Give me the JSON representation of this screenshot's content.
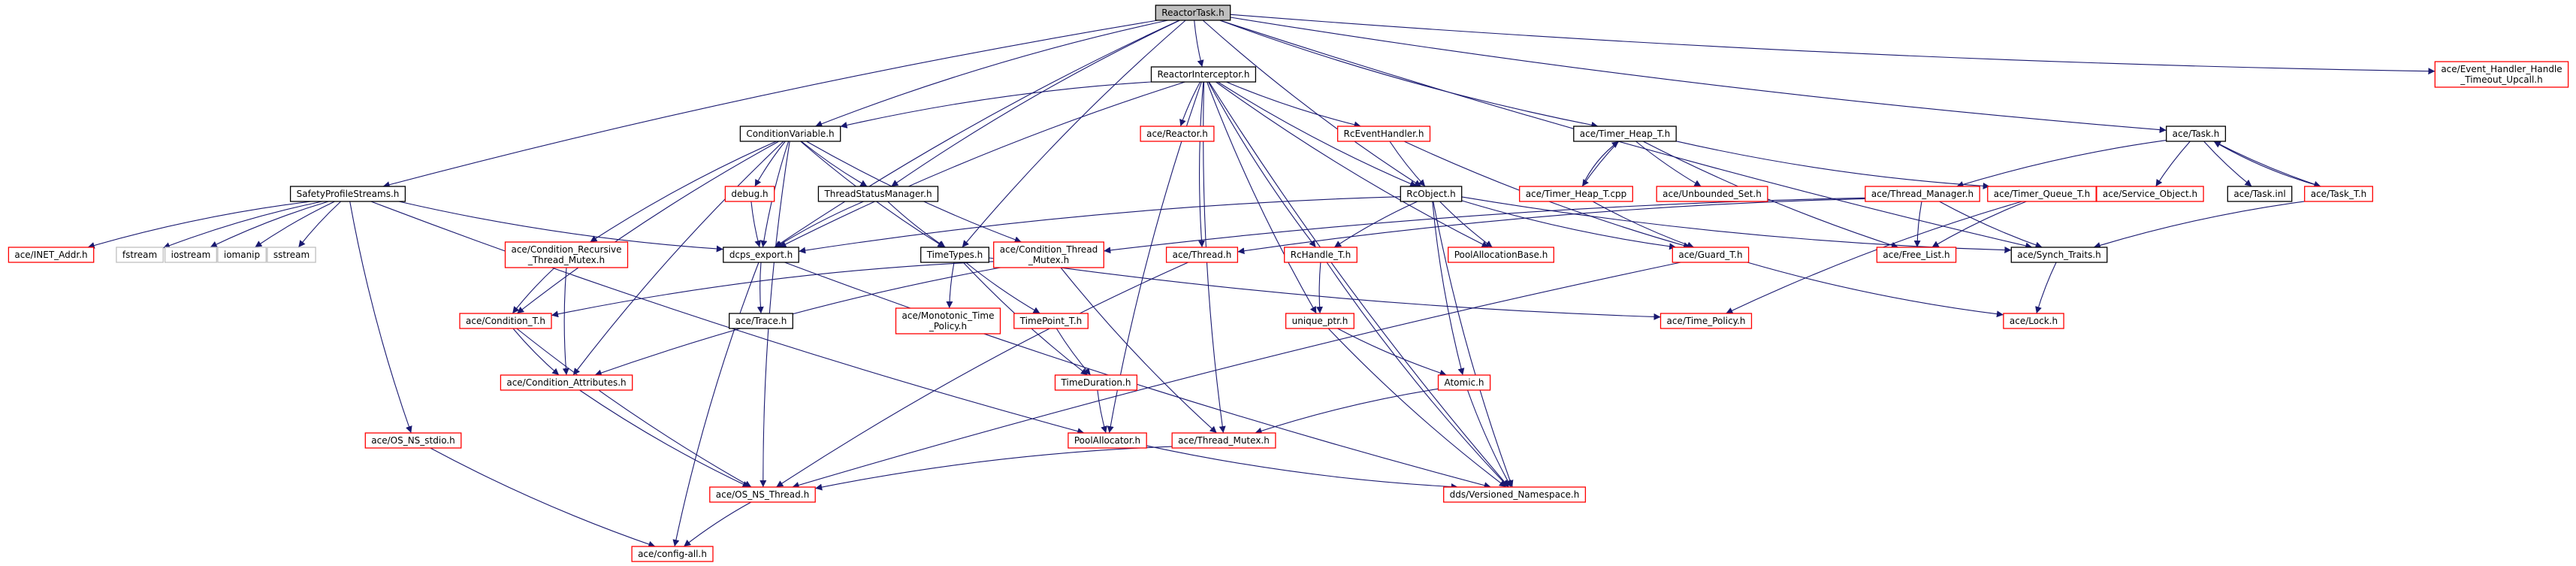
{
  "colors": {
    "root_fill": "#bfbfbf",
    "root_border": "#000000",
    "documented_border": "#000000",
    "undocumented_border": "#ff0000",
    "external_border": "#bfbfbf",
    "edge": "#191970",
    "edge_red": "#ff0000"
  },
  "nodes": [
    {
      "id": "reactor_task",
      "lines": [
        "ReactorTask.h"
      ],
      "kind": "root"
    },
    {
      "id": "reactor_interceptor",
      "lines": [
        "ReactorInterceptor.h"
      ],
      "kind": "documented"
    },
    {
      "id": "event_handler_timeout",
      "lines": [
        "ace/Event_Handler_Handle",
        "_Timeout_Upcall.h"
      ],
      "kind": "undocumented"
    },
    {
      "id": "condition_variable",
      "lines": [
        "ConditionVariable.h"
      ],
      "kind": "documented"
    },
    {
      "id": "ace_reactor",
      "lines": [
        "ace/Reactor.h"
      ],
      "kind": "undocumented"
    },
    {
      "id": "rc_event_handler",
      "lines": [
        "RcEventHandler.h"
      ],
      "kind": "undocumented"
    },
    {
      "id": "timer_heap_t",
      "lines": [
        "ace/Timer_Heap_T.h"
      ],
      "kind": "documented"
    },
    {
      "id": "ace_task",
      "lines": [
        "ace/Task.h"
      ],
      "kind": "documented"
    },
    {
      "id": "safety_profile_streams",
      "lines": [
        "SafetyProfileStreams.h"
      ],
      "kind": "documented"
    },
    {
      "id": "debug_h",
      "lines": [
        "debug.h"
      ],
      "kind": "undocumented"
    },
    {
      "id": "thread_status_manager",
      "lines": [
        "ThreadStatusManager.h"
      ],
      "kind": "documented"
    },
    {
      "id": "rc_object",
      "lines": [
        "RcObject.h"
      ],
      "kind": "documented"
    },
    {
      "id": "timer_heap_t_cpp",
      "lines": [
        "ace/Timer_Heap_T.cpp"
      ],
      "kind": "undocumented"
    },
    {
      "id": "unbounded_set",
      "lines": [
        "ace/Unbounded_Set.h"
      ],
      "kind": "undocumented"
    },
    {
      "id": "thread_manager",
      "lines": [
        "ace/Thread_Manager.h"
      ],
      "kind": "undocumented"
    },
    {
      "id": "timer_queue_t",
      "lines": [
        "ace/Timer_Queue_T.h"
      ],
      "kind": "undocumented"
    },
    {
      "id": "service_object",
      "lines": [
        "ace/Service_Object.h"
      ],
      "kind": "undocumented"
    },
    {
      "id": "task_inl",
      "lines": [
        "ace/Task.inl"
      ],
      "kind": "documented"
    },
    {
      "id": "task_t",
      "lines": [
        "ace/Task_T.h"
      ],
      "kind": "undocumented"
    },
    {
      "id": "inet_addr",
      "lines": [
        "ace/INET_Addr.h"
      ],
      "kind": "undocumented"
    },
    {
      "id": "fstream",
      "lines": [
        "fstream"
      ],
      "kind": "external"
    },
    {
      "id": "iostream",
      "lines": [
        "iostream"
      ],
      "kind": "external"
    },
    {
      "id": "iomanip",
      "lines": [
        "iomanip"
      ],
      "kind": "external"
    },
    {
      "id": "sstream",
      "lines": [
        "sstream"
      ],
      "kind": "external"
    },
    {
      "id": "condition_recursive",
      "lines": [
        "ace/Condition_Recursive",
        "_Thread_Mutex.h"
      ],
      "kind": "undocumented"
    },
    {
      "id": "dcps_export",
      "lines": [
        "dcps_export.h"
      ],
      "kind": "documented"
    },
    {
      "id": "time_types",
      "lines": [
        "TimeTypes.h"
      ],
      "kind": "documented"
    },
    {
      "id": "condition_thread_mutex",
      "lines": [
        "ace/Condition_Thread",
        "_Mutex.h"
      ],
      "kind": "undocumented"
    },
    {
      "id": "ace_thread",
      "lines": [
        "ace/Thread.h"
      ],
      "kind": "undocumented"
    },
    {
      "id": "rc_handle_t",
      "lines": [
        "RcHandle_T.h"
      ],
      "kind": "undocumented"
    },
    {
      "id": "pool_allocation_base",
      "lines": [
        "PoolAllocationBase.h"
      ],
      "kind": "undocumented"
    },
    {
      "id": "guard_t",
      "lines": [
        "ace/Guard_T.h"
      ],
      "kind": "undocumented"
    },
    {
      "id": "free_list",
      "lines": [
        "ace/Free_List.h"
      ],
      "kind": "undocumented"
    },
    {
      "id": "synch_traits",
      "lines": [
        "ace/Synch_Traits.h"
      ],
      "kind": "documented"
    },
    {
      "id": "condition_t",
      "lines": [
        "ace/Condition_T.h"
      ],
      "kind": "undocumented"
    },
    {
      "id": "ace_trace",
      "lines": [
        "ace/Trace.h"
      ],
      "kind": "documented"
    },
    {
      "id": "monotonic_time_policy",
      "lines": [
        "ace/Monotonic_Time",
        "_Policy.h"
      ],
      "kind": "undocumented"
    },
    {
      "id": "timepoint_t",
      "lines": [
        "TimePoint_T.h"
      ],
      "kind": "undocumented"
    },
    {
      "id": "unique_ptr",
      "lines": [
        "unique_ptr.h"
      ],
      "kind": "undocumented"
    },
    {
      "id": "time_policy",
      "lines": [
        "ace/Time_Policy.h"
      ],
      "kind": "undocumented"
    },
    {
      "id": "ace_lock",
      "lines": [
        "ace/Lock.h"
      ],
      "kind": "undocumented"
    },
    {
      "id": "condition_attributes",
      "lines": [
        "ace/Condition_Attributes.h"
      ],
      "kind": "undocumented"
    },
    {
      "id": "time_duration",
      "lines": [
        "TimeDuration.h"
      ],
      "kind": "undocumented"
    },
    {
      "id": "atomic_h",
      "lines": [
        "Atomic.h"
      ],
      "kind": "undocumented"
    },
    {
      "id": "os_ns_stdio",
      "lines": [
        "ace/OS_NS_stdio.h"
      ],
      "kind": "undocumented"
    },
    {
      "id": "pool_allocator",
      "lines": [
        "PoolAllocator.h"
      ],
      "kind": "undocumented"
    },
    {
      "id": "thread_mutex",
      "lines": [
        "ace/Thread_Mutex.h"
      ],
      "kind": "undocumented"
    },
    {
      "id": "os_ns_thread",
      "lines": [
        "ace/OS_NS_Thread.h"
      ],
      "kind": "undocumented"
    },
    {
      "id": "versioned_namespace",
      "lines": [
        "dds/Versioned_Namespace.h"
      ],
      "kind": "undocumented"
    },
    {
      "id": "config_all",
      "lines": [
        "ace/config-all.h"
      ],
      "kind": "undocumented"
    }
  ],
  "edges": [
    [
      "reactor_task",
      "reactor_interceptor"
    ],
    [
      "reactor_task",
      "event_handler_timeout"
    ],
    [
      "reactor_task",
      "condition_variable"
    ],
    [
      "reactor_task",
      "safety_profile_streams"
    ],
    [
      "reactor_task",
      "thread_status_manager"
    ],
    [
      "reactor_task",
      "dcps_export"
    ],
    [
      "reactor_task",
      "time_types"
    ],
    [
      "reactor_task",
      "rc_object"
    ],
    [
      "reactor_task",
      "timer_heap_t"
    ],
    [
      "reactor_task",
      "ace_task"
    ],
    [
      "reactor_task",
      "synch_traits"
    ],
    [
      "reactor_interceptor",
      "condition_variable"
    ],
    [
      "reactor_interceptor",
      "ace_reactor"
    ],
    [
      "reactor_interceptor",
      "rc_event_handler"
    ],
    [
      "reactor_interceptor",
      "rc_object"
    ],
    [
      "reactor_interceptor",
      "dcps_export"
    ],
    [
      "reactor_interceptor",
      "ace_thread"
    ],
    [
      "reactor_interceptor",
      "rc_handle_t"
    ],
    [
      "reactor_interceptor",
      "unique_ptr"
    ],
    [
      "reactor_interceptor",
      "pool_allocation_base"
    ],
    [
      "reactor_interceptor",
      "pool_allocator"
    ],
    [
      "reactor_interceptor",
      "thread_mutex"
    ],
    [
      "reactor_interceptor",
      "versioned_namespace"
    ],
    [
      "condition_variable",
      "debug_h"
    ],
    [
      "condition_variable",
      "thread_status_manager"
    ],
    [
      "condition_variable",
      "condition_recursive"
    ],
    [
      "condition_variable",
      "dcps_export"
    ],
    [
      "condition_variable",
      "time_types"
    ],
    [
      "condition_variable",
      "condition_thread_mutex"
    ],
    [
      "condition_variable",
      "condition_t"
    ],
    [
      "condition_variable",
      "condition_attributes"
    ],
    [
      "condition_variable",
      "os_ns_thread"
    ],
    [
      "rc_event_handler",
      "rc_object"
    ],
    [
      "rc_event_handler",
      "guard_t"
    ],
    [
      "timer_heap_t",
      "timer_heap_t_cpp"
    ],
    [
      "timer_heap_t_cpp",
      "timer_heap_t"
    ],
    [
      "timer_heap_t",
      "unbounded_set"
    ],
    [
      "timer_heap_t",
      "free_list"
    ],
    [
      "timer_heap_t",
      "timer_queue_t"
    ],
    [
      "timer_heap_t_cpp",
      "guard_t"
    ],
    [
      "ace_task",
      "service_object"
    ],
    [
      "ace_task",
      "thread_manager"
    ],
    [
      "ace_task",
      "task_inl"
    ],
    [
      "ace_task",
      "task_t"
    ],
    [
      "task_t",
      "ace_task"
    ],
    [
      "task_t",
      "synch_traits"
    ],
    [
      "safety_profile_streams",
      "inet_addr"
    ],
    [
      "safety_profile_streams",
      "fstream"
    ],
    [
      "safety_profile_streams",
      "iostream"
    ],
    [
      "safety_profile_streams",
      "iomanip"
    ],
    [
      "safety_profile_streams",
      "sstream"
    ],
    [
      "safety_profile_streams",
      "dcps_export"
    ],
    [
      "safety_profile_streams",
      "os_ns_stdio"
    ],
    [
      "safety_profile_streams",
      "pool_allocator"
    ],
    [
      "debug_h",
      "dcps_export"
    ],
    [
      "thread_status_manager",
      "dcps_export"
    ],
    [
      "thread_status_manager",
      "time_types"
    ],
    [
      "rc_object",
      "dcps_export"
    ],
    [
      "rc_object",
      "rc_handle_t"
    ],
    [
      "rc_object",
      "pool_allocation_base"
    ],
    [
      "rc_object",
      "atomic_h"
    ],
    [
      "rc_object",
      "guard_t"
    ],
    [
      "rc_object",
      "synch_traits"
    ],
    [
      "rc_object",
      "versioned_namespace"
    ],
    [
      "thread_manager",
      "condition_thread_mutex"
    ],
    [
      "thread_manager",
      "ace_thread"
    ],
    [
      "thread_manager",
      "free_list"
    ],
    [
      "thread_manager",
      "synch_traits"
    ],
    [
      "timer_queue_t",
      "free_list"
    ],
    [
      "timer_queue_t",
      "time_policy"
    ],
    [
      "condition_recursive",
      "condition_t"
    ],
    [
      "condition_recursive",
      "condition_attributes"
    ],
    [
      "dcps_export",
      "ace_trace"
    ],
    [
      "dcps_export",
      "config_all"
    ],
    [
      "dcps_export",
      "versioned_namespace"
    ],
    [
      "time_types",
      "monotonic_time_policy"
    ],
    [
      "time_types",
      "timepoint_t"
    ],
    [
      "time_types",
      "time_duration"
    ],
    [
      "time_types",
      "time_policy"
    ],
    [
      "condition_thread_mutex",
      "condition_t"
    ],
    [
      "condition_thread_mutex",
      "condition_attributes"
    ],
    [
      "condition_thread_mutex",
      "thread_mutex"
    ],
    [
      "ace_thread",
      "os_ns_thread"
    ],
    [
      "rc_handle_t",
      "unique_ptr"
    ],
    [
      "rc_handle_t",
      "versioned_namespace"
    ],
    [
      "guard_t",
      "ace_lock"
    ],
    [
      "guard_t",
      "os_ns_thread"
    ],
    [
      "synch_traits",
      "ace_lock"
    ],
    [
      "condition_t",
      "condition_attributes"
    ],
    [
      "condition_t",
      "os_ns_thread"
    ],
    [
      "timepoint_t",
      "time_duration"
    ],
    [
      "unique_ptr",
      "atomic_h"
    ],
    [
      "unique_ptr",
      "versioned_namespace"
    ],
    [
      "condition_attributes",
      "os_ns_thread"
    ],
    [
      "time_duration",
      "pool_allocator"
    ],
    [
      "atomic_h",
      "thread_mutex"
    ],
    [
      "atomic_h",
      "versioned_namespace"
    ],
    [
      "os_ns_stdio",
      "config_all"
    ],
    [
      "pool_allocator",
      "versioned_namespace"
    ],
    [
      "thread_mutex",
      "os_ns_thread"
    ],
    [
      "os_ns_thread",
      "config_all"
    ]
  ]
}
